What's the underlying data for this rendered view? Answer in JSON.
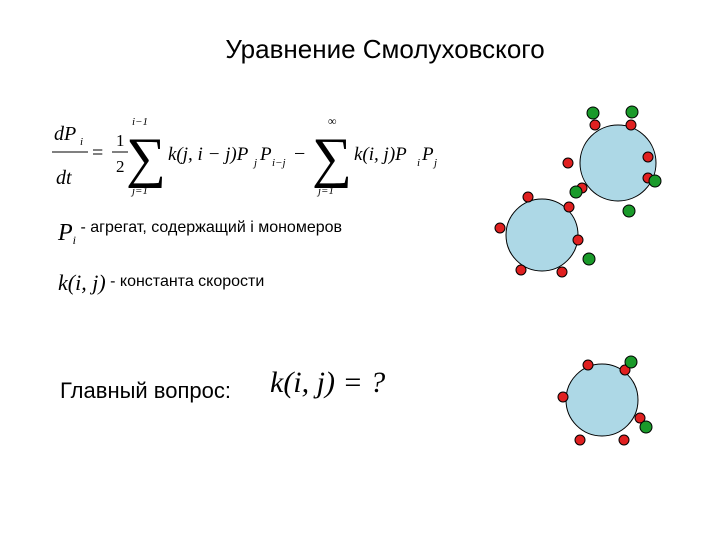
{
  "slide": {
    "title": "Уравнение Смолуховского",
    "equation": {
      "lhs_num": "dP",
      "lhs_num_sub": "i",
      "lhs_den": "dt",
      "equals": "=",
      "half_num": "1",
      "half_den": "2",
      "sum1_upper": "i−1",
      "sum1_lower": "j=1",
      "term1": "k(j, i − j)P",
      "term1_sub1": "j",
      "term1_p2": "P",
      "term1_sub2": "i−j",
      "minus": "−",
      "sum2_upper": "∞",
      "sum2_lower": "j=1",
      "term2": "k(i, j)P",
      "term2_sub1": "i",
      "term2_p2": "P",
      "term2_sub2": "j",
      "sigma": "∑"
    },
    "definitions": [
      {
        "symbol": "P",
        "symbol_sub": "i",
        "text": " - агрегат, содержащий i мономеров"
      },
      {
        "symbol": "k(i, j)",
        "text": " - константа скорости"
      }
    ],
    "question": {
      "label": "Главный вопрос:",
      "formula": "k(i, j) = ?"
    },
    "colors": {
      "particle_fill": "#add8e6",
      "monomer_red": "#e02020",
      "monomer_green": "#1a9a2a",
      "outline": "#000000"
    }
  }
}
